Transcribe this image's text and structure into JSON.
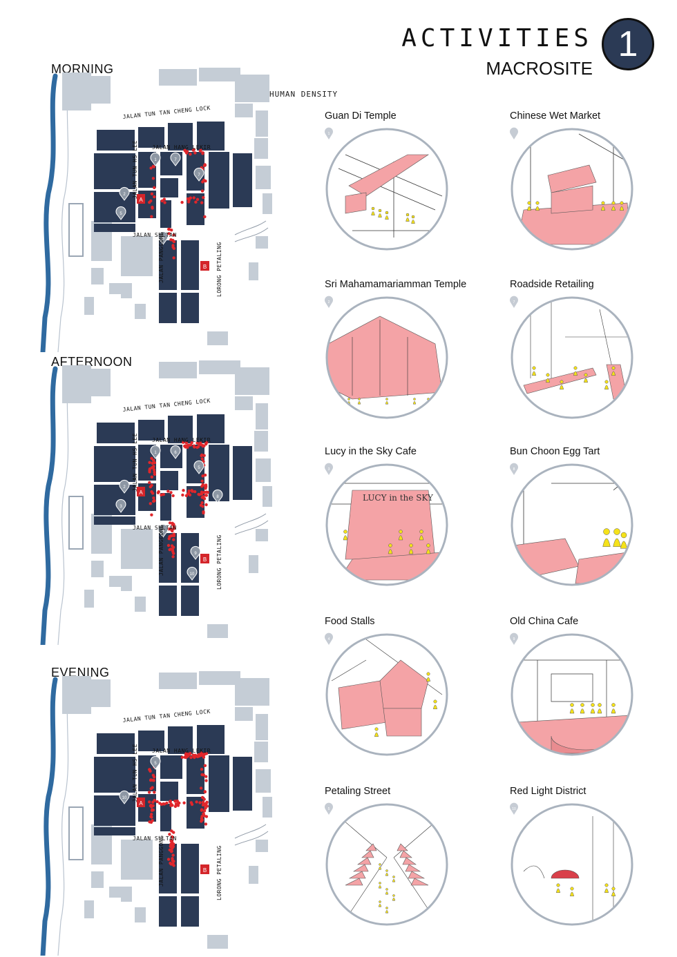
{
  "header": {
    "title": "ACTIVITIES",
    "subtitle": "MACROSITE",
    "badge_number": "1"
  },
  "legend": {
    "label": "HUMAN DENSITY",
    "color": "#e0262b"
  },
  "colors": {
    "block": "#2b3a55",
    "surrounding": "#c5cdd6",
    "river": "#2f6aa0",
    "highlight": "#f4a3a6",
    "figure": "#f5e21a"
  },
  "maps": [
    {
      "label": "MORNING",
      "streets": [
        "JALAN TUN TAN CHENG LOCK",
        "JALAN HANG LEKIR",
        "JALAN TUN HS LEE",
        "JALAN SULTAN",
        "JALAN PANGGONG",
        "LORONG PETALING"
      ],
      "markers": [
        "A",
        "B"
      ],
      "pins": [
        "1",
        "2",
        "5",
        "6",
        "7",
        "7"
      ]
    },
    {
      "label": "AFTERNOON",
      "streets": [
        "JALAN TUN TAN CHENG LOCK",
        "JALAN HANG LEKIR",
        "JALAN TUN HS LEE",
        "JALAN SULTAN",
        "JALAN PANGGONG",
        "LORONG PETALING"
      ],
      "markers": [
        "A",
        "B"
      ],
      "pins": [
        "1",
        "2",
        "3",
        "4",
        "5",
        "6",
        "8",
        "9",
        "10"
      ]
    },
    {
      "label": "EVENING",
      "streets": [
        "JALAN TUN TAN CHENG LOCK",
        "JALAN HANG LEKIR",
        "JALAN TUN HS LEE",
        "JALAN SULTAN",
        "JALAN PANGGONG",
        "LORONG PETALING"
      ],
      "markers": [
        "A",
        "B"
      ],
      "pins": [
        "5",
        "10"
      ]
    }
  ],
  "cards": [
    {
      "title": "Guan Di Temple",
      "pin": "1",
      "scene": "temple"
    },
    {
      "title": "Chinese Wet Market",
      "pin": "",
      "scene": "market"
    },
    {
      "title": "Sri Mahamamariamman Temple",
      "pin": "2",
      "scene": "hindu"
    },
    {
      "title": "Roadside Retailing",
      "pin": "7",
      "scene": "retail"
    },
    {
      "title": "Lucy in the Sky Cafe",
      "pin": "3",
      "scene": "cafe",
      "sign": "LUCY in the SKY"
    },
    {
      "title": "Bun Choon Egg Tart",
      "pin": "8",
      "scene": "tart"
    },
    {
      "title": "Food Stalls",
      "pin": "4",
      "scene": "stalls"
    },
    {
      "title": "Old China Cafe",
      "pin": "9",
      "scene": "oldchina"
    },
    {
      "title": "Petaling Street",
      "pin": "5",
      "scene": "petaling"
    },
    {
      "title": "Red Light District",
      "pin": "10",
      "scene": "redlight"
    }
  ]
}
